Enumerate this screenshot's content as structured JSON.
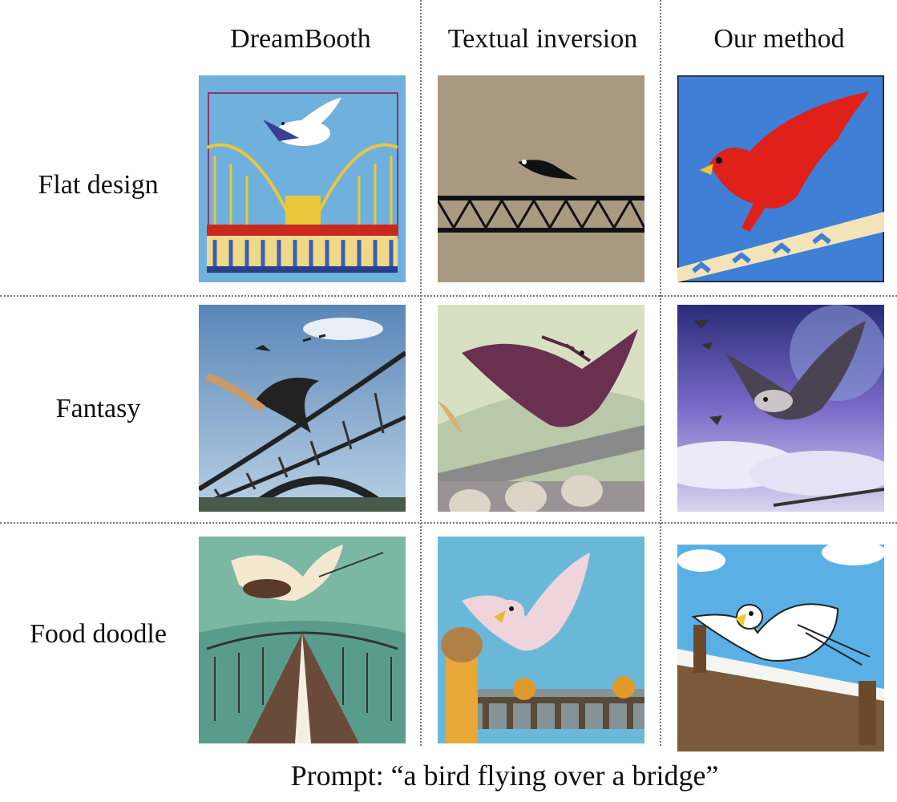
{
  "columns": [
    "DreamBooth",
    "Textual inversion",
    "Our method"
  ],
  "rows": [
    "Flat design",
    "Fantasy",
    "Food doodle"
  ],
  "caption": "Prompt: “a bird flying over a bridge”"
}
